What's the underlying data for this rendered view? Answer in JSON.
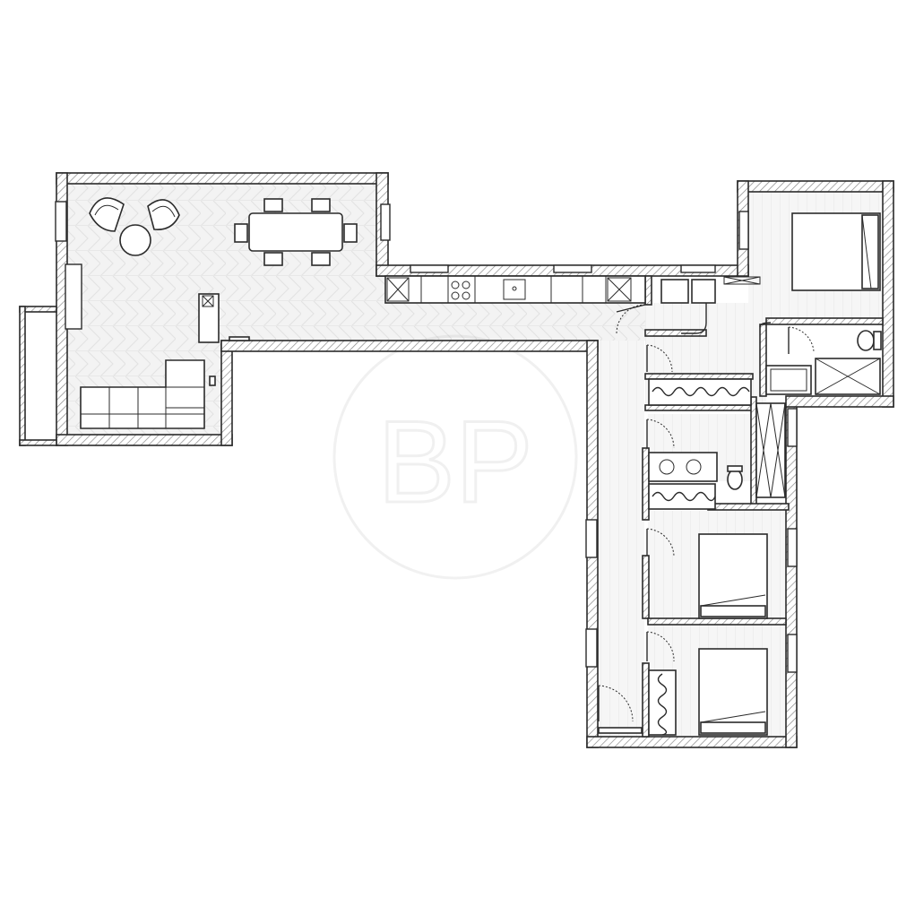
{
  "floor_plan": {
    "watermark": {
      "initials": "BP"
    },
    "colors": {
      "wall": "#2b2b2b",
      "hatch": "#9a9a9a",
      "floor": "#e6e6e6",
      "background": "#ffffff"
    },
    "rooms": [
      {
        "id": "living-dining"
      },
      {
        "id": "kitchen-corridor"
      },
      {
        "id": "main-bedroom"
      },
      {
        "id": "ensuite-bathroom"
      },
      {
        "id": "dressing"
      },
      {
        "id": "bathroom"
      },
      {
        "id": "bedroom-2"
      },
      {
        "id": "bedroom-3"
      },
      {
        "id": "terrace"
      }
    ]
  }
}
